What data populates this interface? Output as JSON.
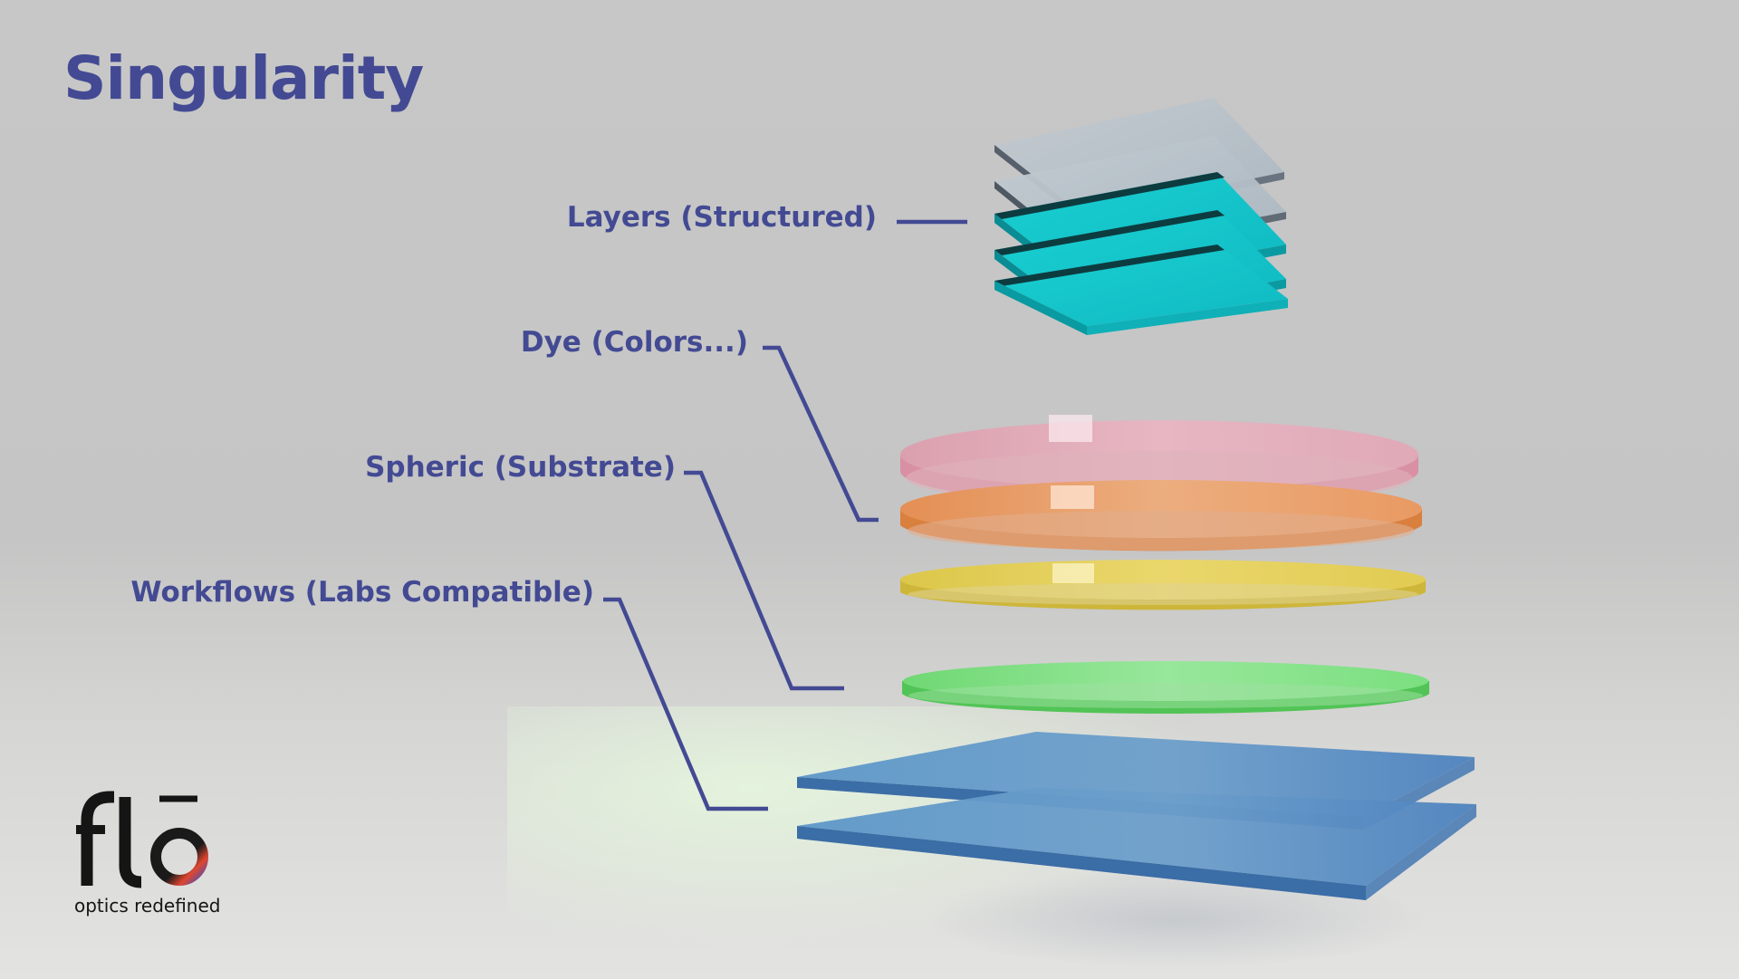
{
  "title": "Singularity",
  "labels": {
    "layers": "Layers (Structured)",
    "dye": "Dye (Colors...)",
    "spheric": "Spheric (Substrate)",
    "workflows": "Workflows (Labs Compatible)"
  },
  "brand": {
    "logo_text": "flō",
    "tagline": "optics redefined"
  },
  "colors": {
    "accent": "#434a93",
    "layer_cyan": "#17c6cc",
    "layer_clear": "#b9c4cc",
    "disc_pink": "#e7a3b7",
    "disc_orange": "#eb9556",
    "disc_yellow": "#e6cf4f",
    "disc_green": "#79e07d",
    "plate_blue": "#4d83bf"
  },
  "icons": {
    "brand_logo": "flo-logo-icon"
  }
}
